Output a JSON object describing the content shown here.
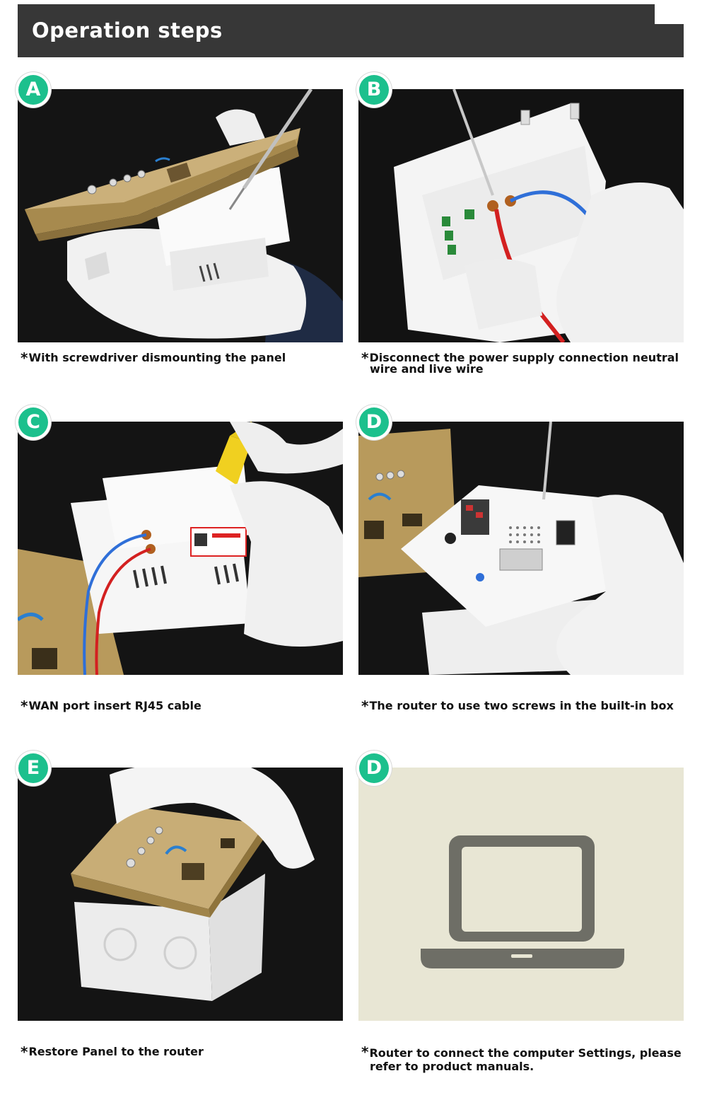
{
  "header": {
    "title": "Operation steps"
  },
  "steps": [
    {
      "badge": "A",
      "caption": "With screwdriver dismounting the panel"
    },
    {
      "badge": "B",
      "caption": "Disconnect the power supply connection neutral wire and live wire"
    },
    {
      "badge": "C",
      "caption": "WAN port insert RJ45 cable"
    },
    {
      "badge": "D",
      "caption": "The router to use two screws in the built-in box"
    },
    {
      "badge": "E",
      "caption": "Restore Panel to the router"
    },
    {
      "badge": "D",
      "caption": "Router to connect the computer Settings, please refer to product manuals."
    }
  ],
  "colors": {
    "header_bg": "#373737",
    "badge": "#1cc08d",
    "laptop": "#6e6e66",
    "laptop_bg": "#e8e6d4"
  }
}
